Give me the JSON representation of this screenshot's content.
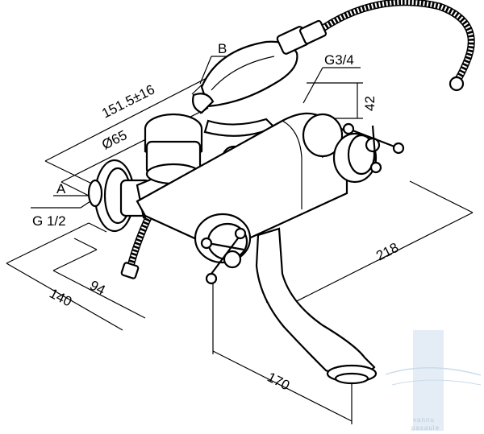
{
  "dimensions": {
    "b_label": "B",
    "length_label": "151.5±16",
    "diameter_label": "Ø65",
    "g34_label": "G3/4",
    "d42_label": "42",
    "a_label": "A",
    "g12_label": "G 1/2",
    "d218_label": "218",
    "d94_label": "94",
    "d140_label": "140",
    "d170_label": "170"
  },
  "watermark": {
    "text": "vannu\npasaule",
    "color": "#b9cfe3"
  },
  "colors": {
    "line": "#000000",
    "background": "#ffffff"
  }
}
